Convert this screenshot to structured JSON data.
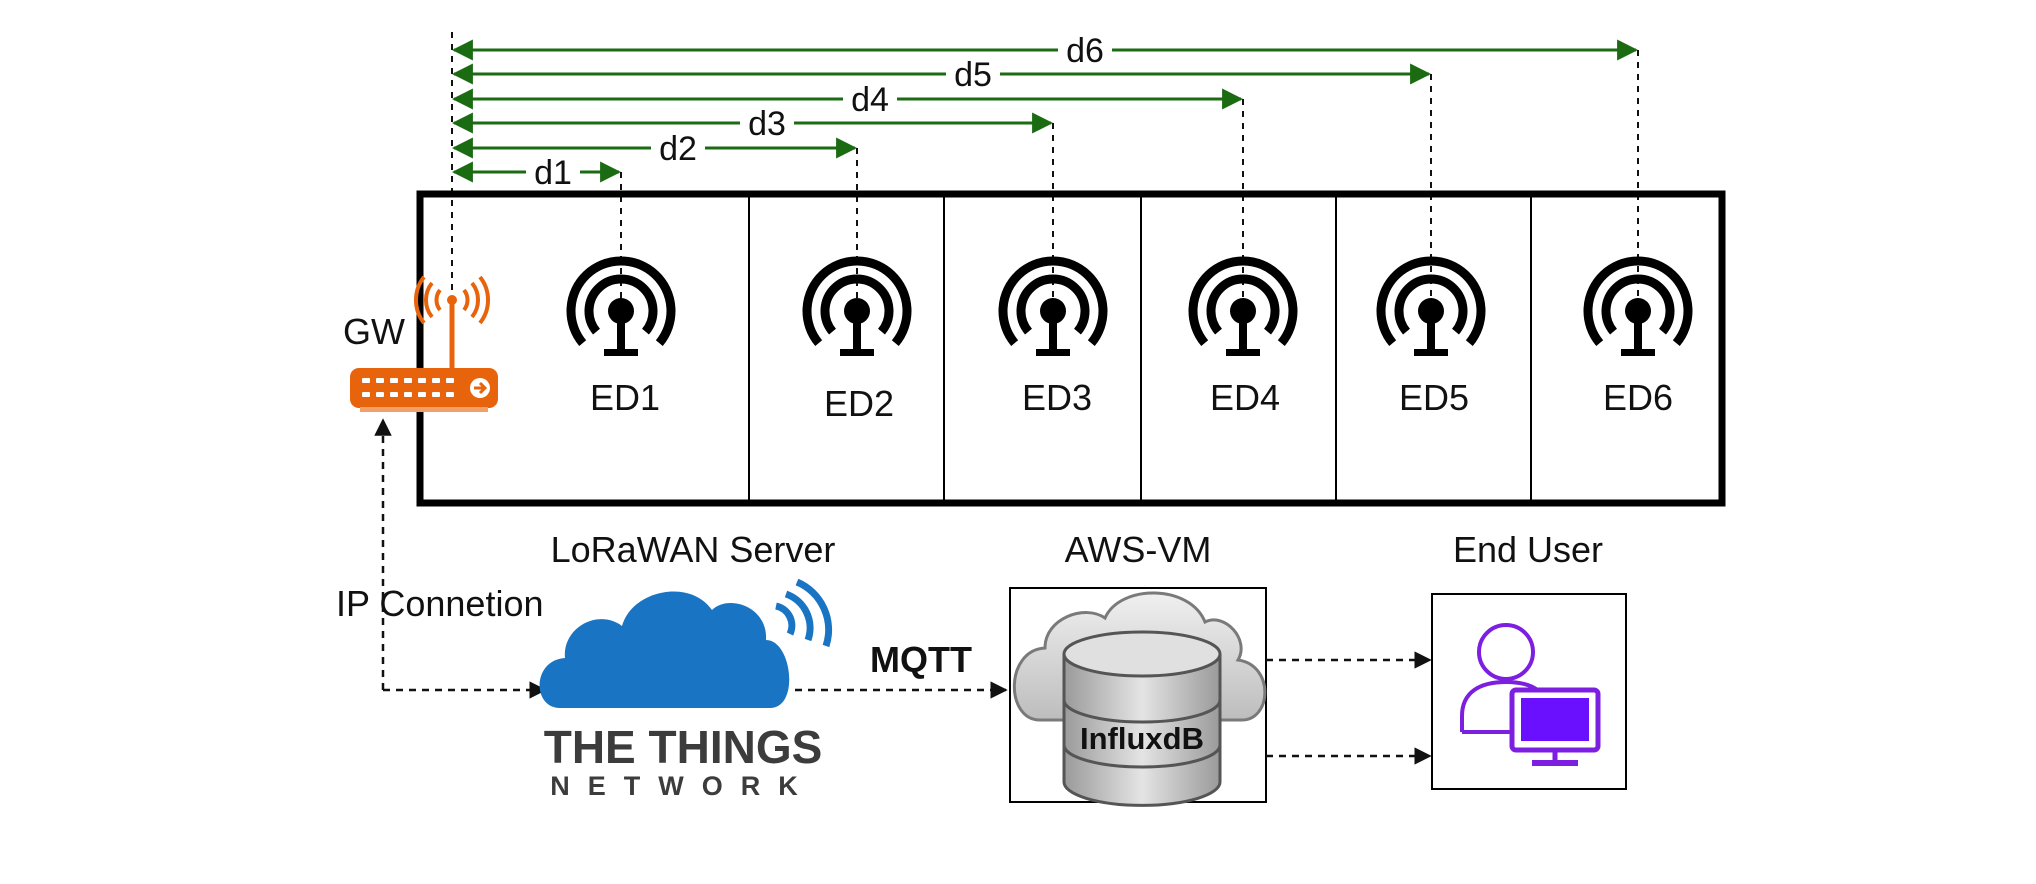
{
  "distances": [
    "d1",
    "d2",
    "d3",
    "d4",
    "d5",
    "d6"
  ],
  "end_devices": [
    "ED1",
    "ED2",
    "ED3",
    "ED4",
    "ED5",
    "ED6"
  ],
  "labels": {
    "gateway": "GW",
    "ip_connection": "IP Connetion",
    "lorawan_server": "LoRaWAN Server",
    "aws_vm": "AWS-VM",
    "end_user": "End User",
    "mqtt": "MQTT",
    "influxdb": "InfluxdB"
  },
  "ttn_logo": {
    "line1": "THE THINGS",
    "line2": "NETWORK"
  },
  "colors": {
    "distance_arrows": "#1a6b12",
    "gateway": "#e8640c",
    "ttn_cloud": "#1a74c4",
    "user_icon": "#7c1fe0"
  },
  "icons": {
    "gateway": "wifi-router-icon",
    "end_device": "radio-antenna-icon",
    "server": "cloud-icon",
    "database": "database-icon",
    "user": "user-computer-icon"
  }
}
